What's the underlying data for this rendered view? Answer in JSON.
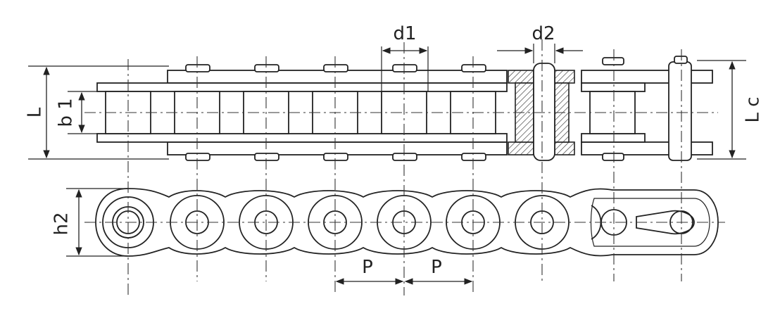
{
  "labels": {
    "L": "L",
    "b1": "b 1",
    "d1": "d1",
    "d2": "d2",
    "Lc": "L c",
    "h2": "h2",
    "P1": "P",
    "P2": "P"
  }
}
